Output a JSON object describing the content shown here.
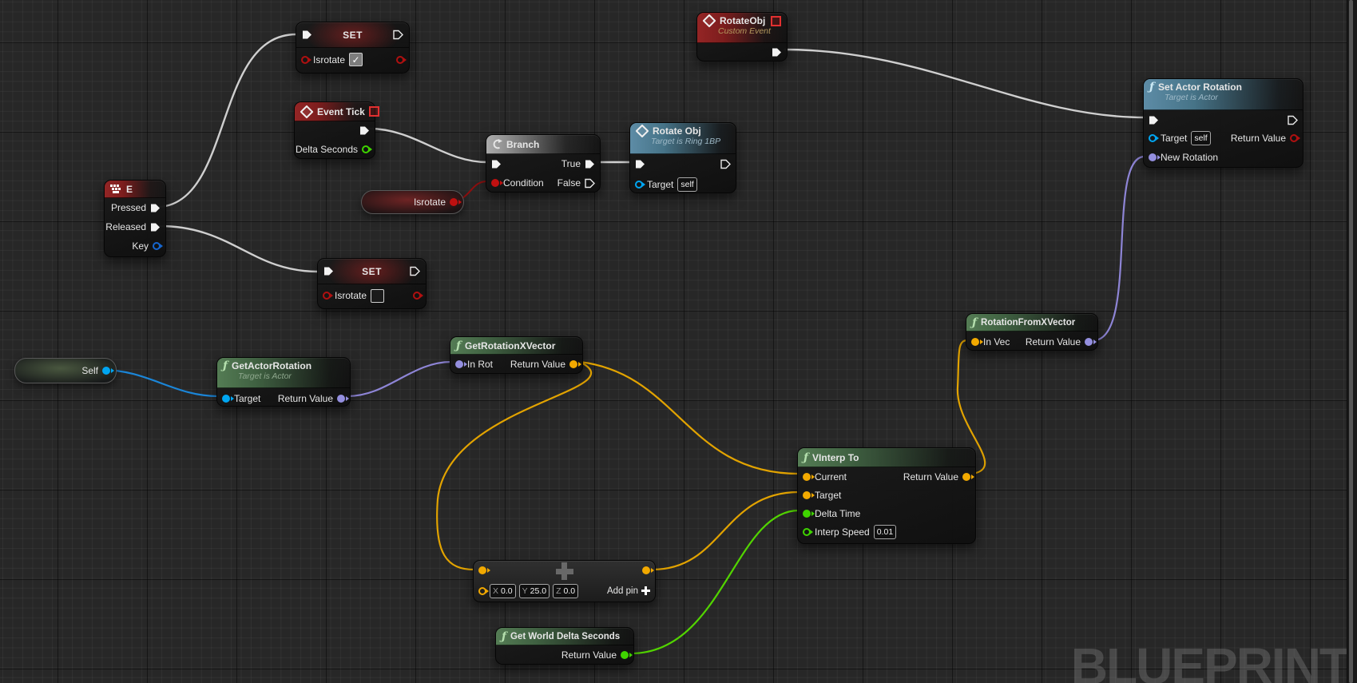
{
  "canvas": {
    "watermark": "BLUEPRINT"
  },
  "colors": {
    "exec_wire": "#cfcfcf",
    "bool_pin": "#930000",
    "object_pin": "#00a6f2",
    "float_pin": "#3fd400",
    "vector_pin": "#f2a900",
    "rotator_pin": "#948fdf",
    "key_pin": "#1666cf",
    "wire_red": "#8e0f0f",
    "wire_blue": "#1b86d8",
    "wire_yellow": "#e2a300",
    "wire_green": "#52d400",
    "wire_purple": "#8e85d6",
    "event_header": "#942525",
    "function_header": "#547c54",
    "call_header": "#5d8ca6"
  },
  "icons": {
    "function": "ƒ"
  },
  "nodes": {
    "set_true": {
      "title": "SET",
      "var_label": "Isrotate",
      "checked": true,
      "check_glyph": "✓"
    },
    "event_tick": {
      "title": "Event Tick",
      "delta_seconds_label": "Delta Seconds"
    },
    "key_e": {
      "title": "E",
      "pressed_label": "Pressed",
      "released_label": "Released",
      "key_label": "Key"
    },
    "set_false": {
      "title": "SET",
      "var_label": "Isrotate",
      "checked": false,
      "check_glyph": ""
    },
    "branch": {
      "title": "Branch",
      "condition_label": "Condition",
      "true_label": "True",
      "false_label": "False"
    },
    "isrotate_get": {
      "label": "Isrotate"
    },
    "rotateobj_event": {
      "title": "RotateObj",
      "subtitle": "Custom Event"
    },
    "rotate_obj_call": {
      "title": "Rotate Obj",
      "subtitle": "Target is Ring 1BP",
      "target_label": "Target",
      "target_value": "self"
    },
    "set_actor_rotation": {
      "title": "Set Actor Rotation",
      "subtitle": "Target is Actor",
      "target_label": "Target",
      "target_value": "self",
      "return_label": "Return Value",
      "new_rotation_label": "New Rotation"
    },
    "self_get": {
      "label": "Self"
    },
    "get_actor_rotation": {
      "title": "GetActorRotation",
      "subtitle": "Target is Actor",
      "target_label": "Target",
      "return_label": "Return Value"
    },
    "get_rotation_x_vector": {
      "title": "GetRotationXVector",
      "in_rot_label": "In Rot",
      "return_label": "Return Value"
    },
    "rotation_from_x_vector": {
      "title": "RotationFromXVector",
      "in_vec_label": "In Vec",
      "return_label": "Return Value"
    },
    "vinterp_to": {
      "title": "VInterp To",
      "current_label": "Current",
      "target_label": "Target",
      "delta_time_label": "Delta Time",
      "interp_speed_label": "Interp Speed",
      "interp_speed_value": "0.01",
      "return_label": "Return Value"
    },
    "make_vector": {
      "x_label": "X",
      "x_value": "0.0",
      "y_label": "Y",
      "y_value": "25.0",
      "z_label": "Z",
      "z_value": "0.0",
      "add_pin_label": "Add pin"
    },
    "get_world_delta_seconds": {
      "title": "Get World Delta Seconds",
      "return_label": "Return Value"
    }
  }
}
